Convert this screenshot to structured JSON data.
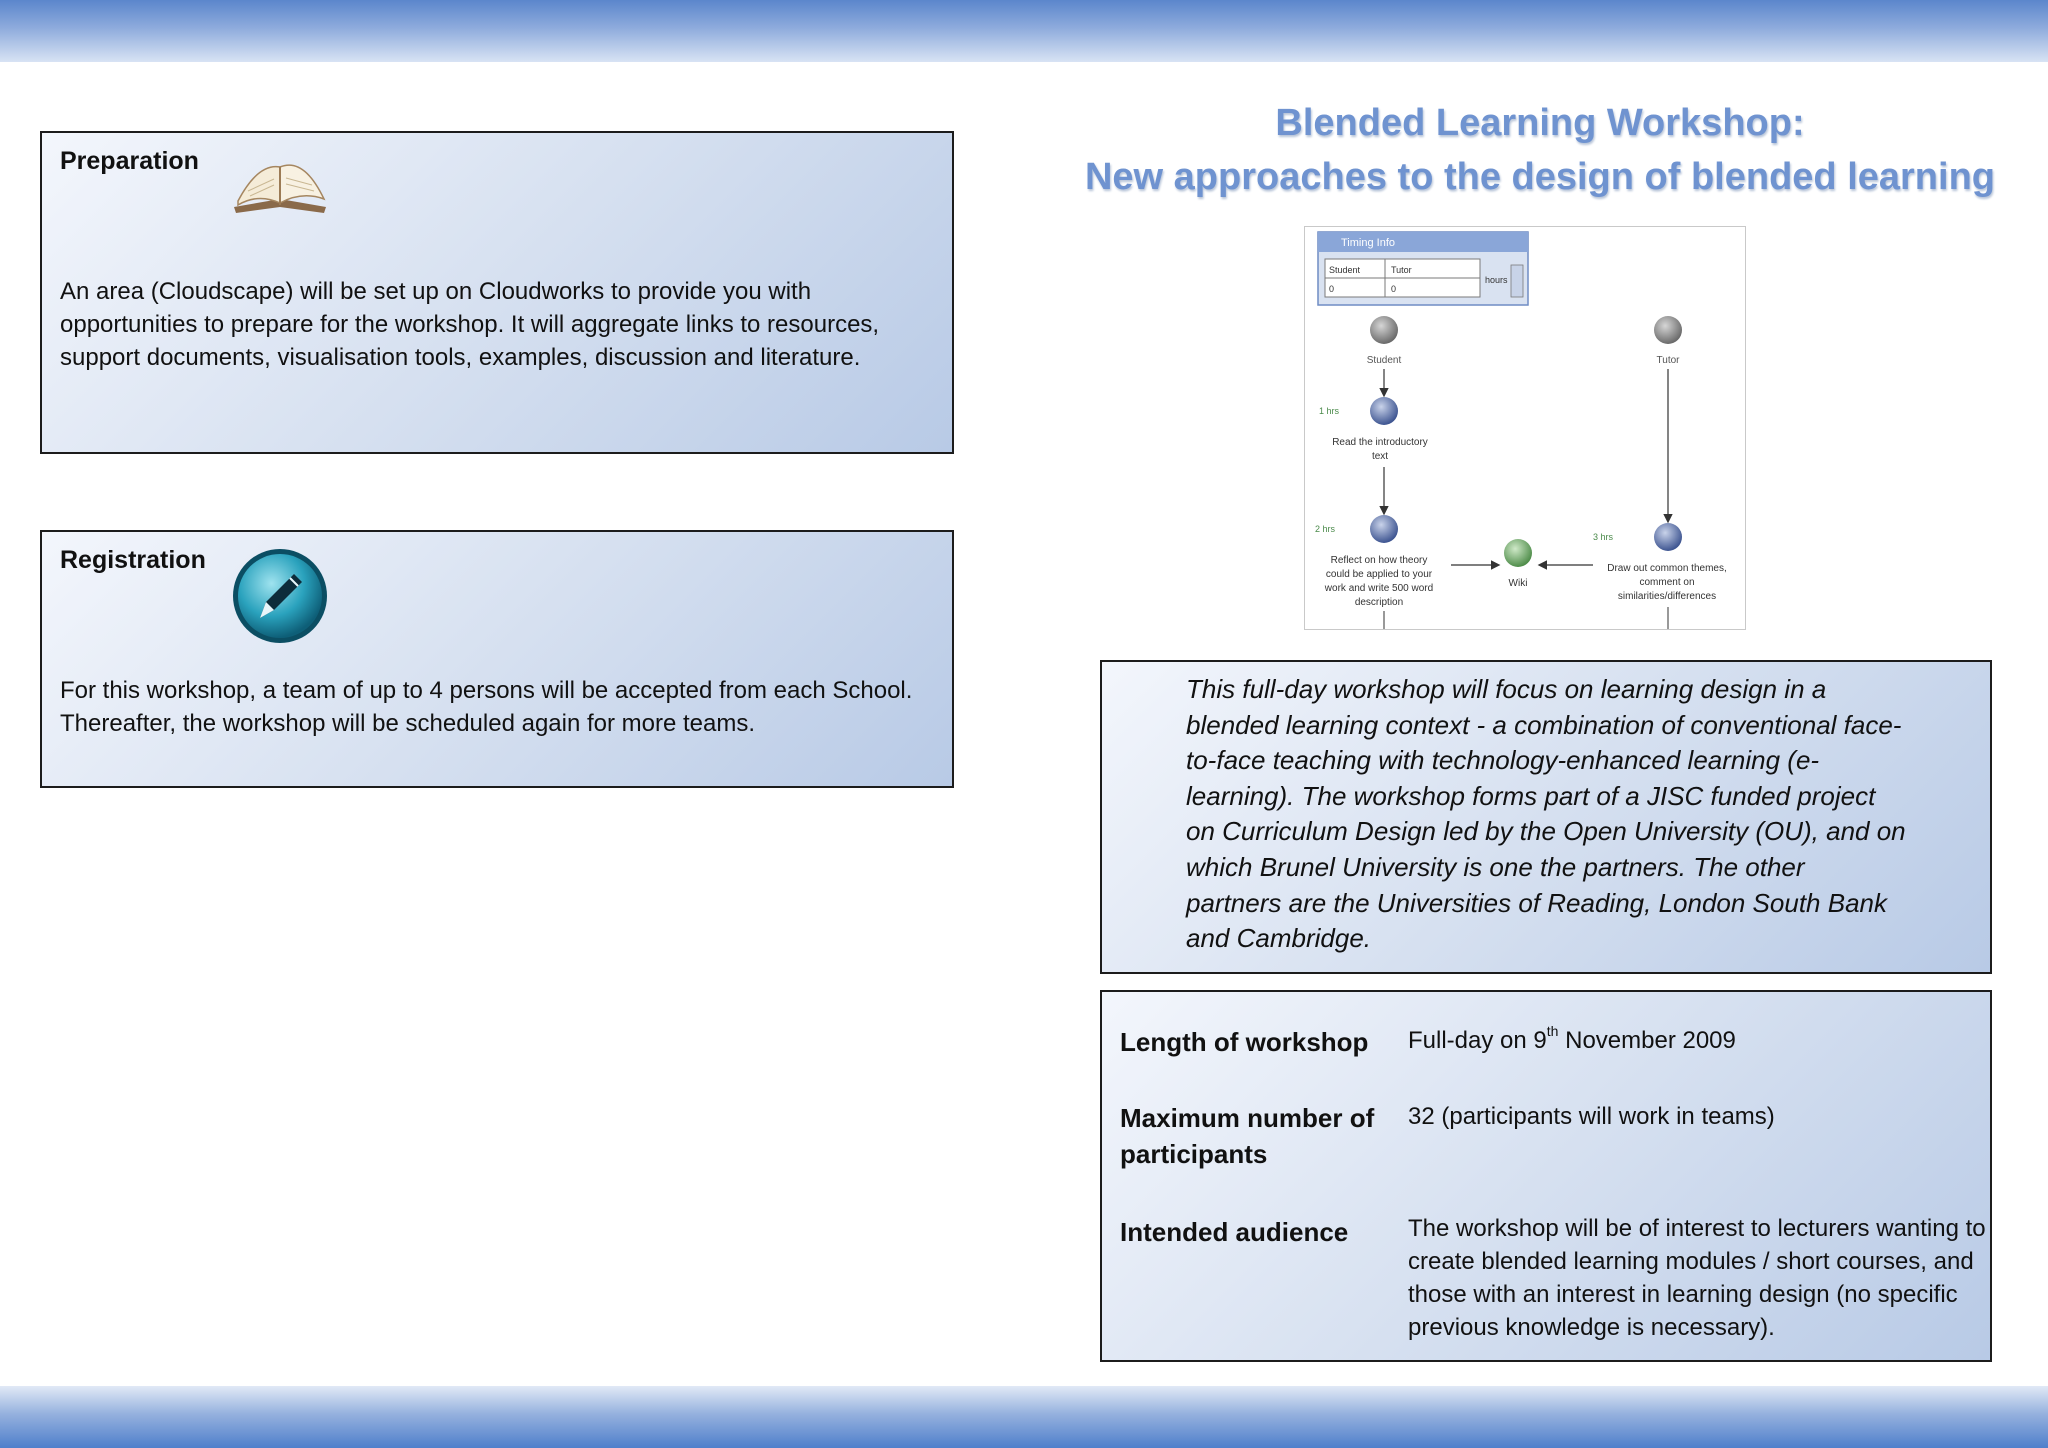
{
  "preparation": {
    "heading": "Preparation",
    "icon": "open-book-icon",
    "body": "An area (Cloudscape) will be set up on Cloudworks to provide you with opportunities to prepare for the workshop. It will aggregate links to resources, support documents, visualisation tools, examples, discussion and literature."
  },
  "registration": {
    "heading": "Registration",
    "icon": "pen-icon",
    "body": "For this workshop, a team of up to 4 persons will be accepted from each School. Thereafter, the workshop will be scheduled again for more teams."
  },
  "title": {
    "line1": "Blended Learning Workshop:",
    "line2": "New approaches to the design of blended learning",
    "color": "#6f93d0"
  },
  "diagram": {
    "panel_title": "Timing Info",
    "col_student": "Student",
    "col_tutor": "Tutor",
    "student_value": "0",
    "tutor_value": "0",
    "unit": "hours",
    "student_label": "Student",
    "tutor_label": "Tutor",
    "step1_time": "1 hrs",
    "step1_text_a": "Read the introductory",
    "step1_text_b": "text",
    "step2_time": "2 hrs",
    "step2_text_a": "Reflect on how theory",
    "step2_text_b": "could be applied to your",
    "step2_text_c": "work and write 500 word",
    "step2_text_d": "description",
    "tutor_time": "3 hrs",
    "tutor_text_a": "Draw out common themes,",
    "tutor_text_b": "comment on",
    "tutor_text_c": "similarities/differences",
    "wiki_label": "Wiki"
  },
  "intro": {
    "text": "This full-day workshop will focus on learning design in a blended learning context - a combination of conventional face-to-face teaching with technology-enhanced learning (e-learning). The workshop forms part of a JISC funded project on Curriculum Design led by the Open University (OU), and on which Brunel University is one the partners. The other partners are the Universities of Reading, London South Bank and Cambridge."
  },
  "details": {
    "length_label": "Length of workshop",
    "length_pre": "Full-day on 9",
    "length_sup": "th",
    "length_post": " November 2009",
    "max_label": "Maximum number of participants",
    "max_value": "32 (participants will work in teams)",
    "audience_label": "Intended audience",
    "audience_value": "The workshop will be of interest to lecturers wanting to create blended learning modules / short courses, and those with an interest in learning design (no specific previous knowledge is necessary)."
  }
}
